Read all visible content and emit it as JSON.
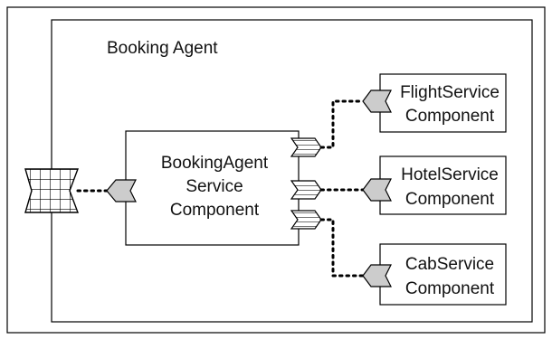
{
  "composite": {
    "title": "Booking Agent"
  },
  "components": {
    "booking": {
      "line1": "BookingAgent",
      "line2": "Service",
      "line3": "Component"
    },
    "flight": {
      "line1": "FlightService",
      "line2": "Component"
    },
    "hotel": {
      "line1": "HotelService",
      "line2": "Component"
    },
    "cab": {
      "line1": "CabService",
      "line2": "Component"
    }
  },
  "colors": {
    "service": "#cccccc",
    "reference_hatch": "#000000",
    "outline": "#000000"
  }
}
